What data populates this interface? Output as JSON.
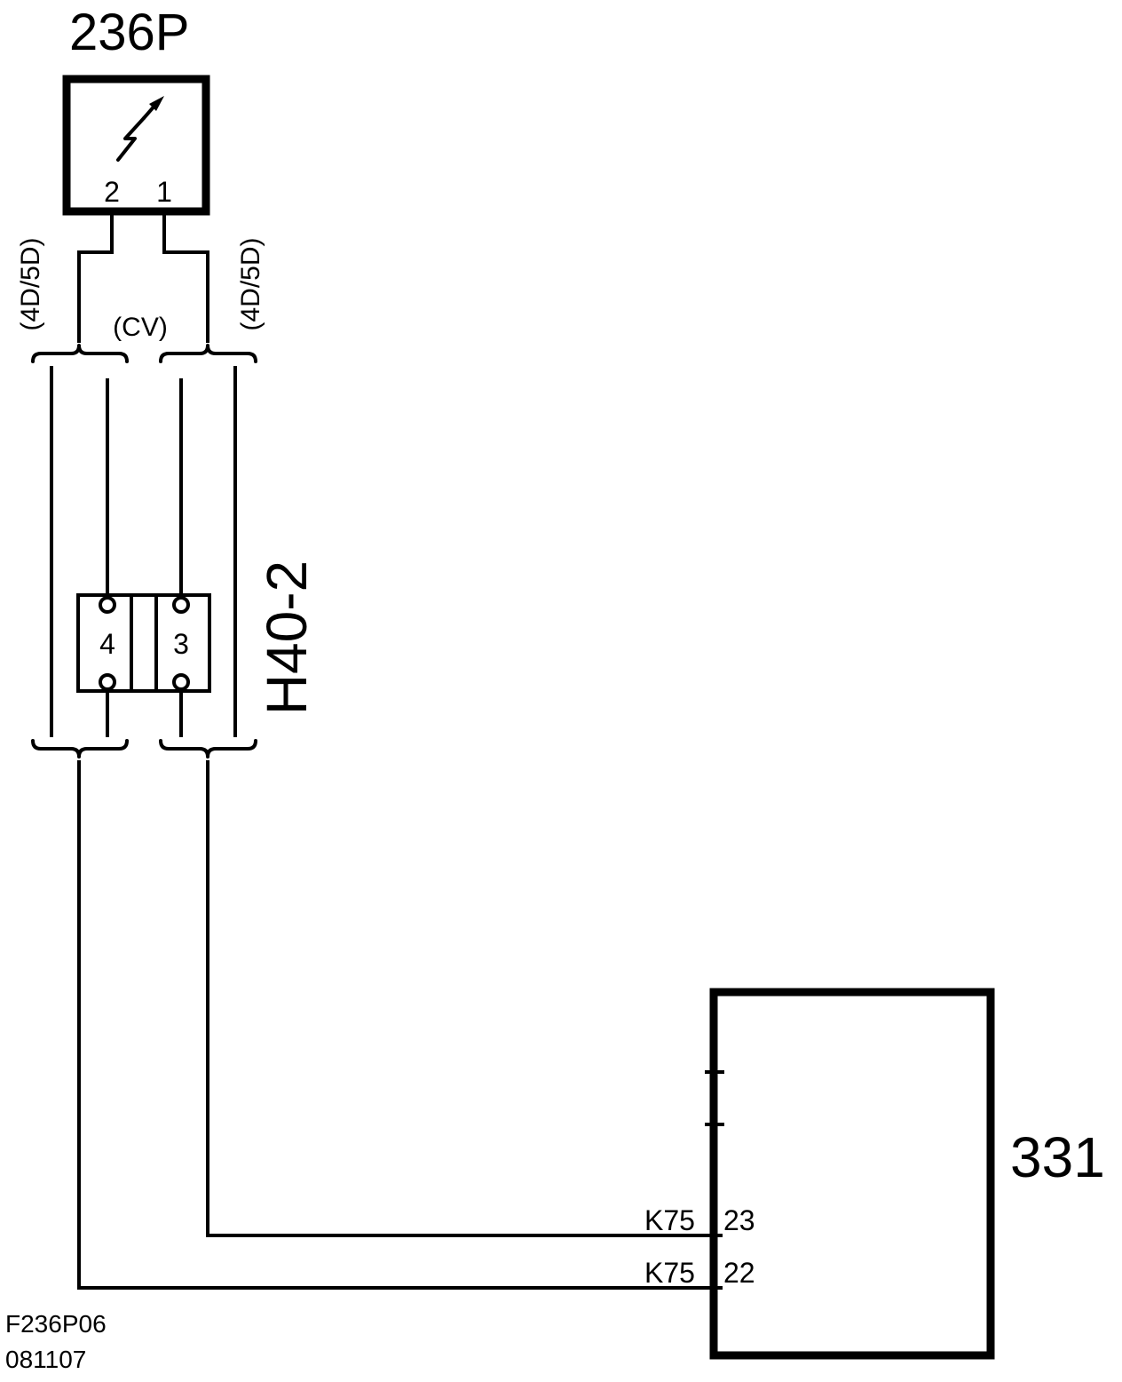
{
  "diagram": {
    "component_top": {
      "id": "236P",
      "pins": [
        "2",
        "1"
      ]
    },
    "variants": {
      "left": "(4D/5D)",
      "middle": "(CV)",
      "right": "(4D/5D)"
    },
    "connector": {
      "id": "H40-2",
      "pins": [
        "4",
        "3"
      ]
    },
    "component_bottom": {
      "id": "331",
      "pins": [
        {
          "code": "K75",
          "number": "23"
        },
        {
          "code": "K75",
          "number": "22"
        }
      ]
    },
    "footer": {
      "line1": "F236P06",
      "line2": "081107"
    },
    "colors": {
      "line": "#000000",
      "background": "#ffffff"
    }
  }
}
